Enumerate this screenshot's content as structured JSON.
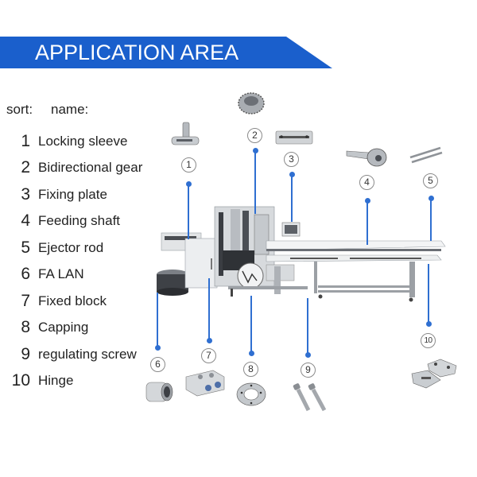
{
  "banner": {
    "title": "APPLICATION AREA",
    "color": "#1a5fcc"
  },
  "legend": {
    "sort_header": "sort:",
    "name_header": "name:",
    "items": [
      {
        "num": "1",
        "name": "Locking sleeve"
      },
      {
        "num": "2",
        "name": "Bidirectional gear"
      },
      {
        "num": "3",
        "name": "Fixing plate"
      },
      {
        "num": "4",
        "name": "Feeding shaft"
      },
      {
        "num": "5",
        "name": "Ejector rod"
      },
      {
        "num": "6",
        "name": "FA LAN"
      },
      {
        "num": "7",
        "name": "Fixed block"
      },
      {
        "num": "8",
        "name": "Capping"
      },
      {
        "num": "9",
        "name": "regulating screw"
      },
      {
        "num": "10",
        "name": "Hinge"
      }
    ]
  },
  "callouts": [
    {
      "num": "1",
      "part": "locking-sleeve"
    },
    {
      "num": "2",
      "part": "bidirectional-gear"
    },
    {
      "num": "3",
      "part": "fixing-plate"
    },
    {
      "num": "4",
      "part": "feeding-shaft"
    },
    {
      "num": "5",
      "part": "ejector-rod"
    },
    {
      "num": "6",
      "part": "fa-lan"
    },
    {
      "num": "7",
      "part": "fixed-block"
    },
    {
      "num": "8",
      "part": "capping"
    },
    {
      "num": "9",
      "part": "regulating-screw"
    },
    {
      "num": "10",
      "part": "hinge"
    }
  ],
  "colors": {
    "callout_line": "#2f6fd1",
    "banner": "#1a5fcc",
    "text": "#222222"
  }
}
